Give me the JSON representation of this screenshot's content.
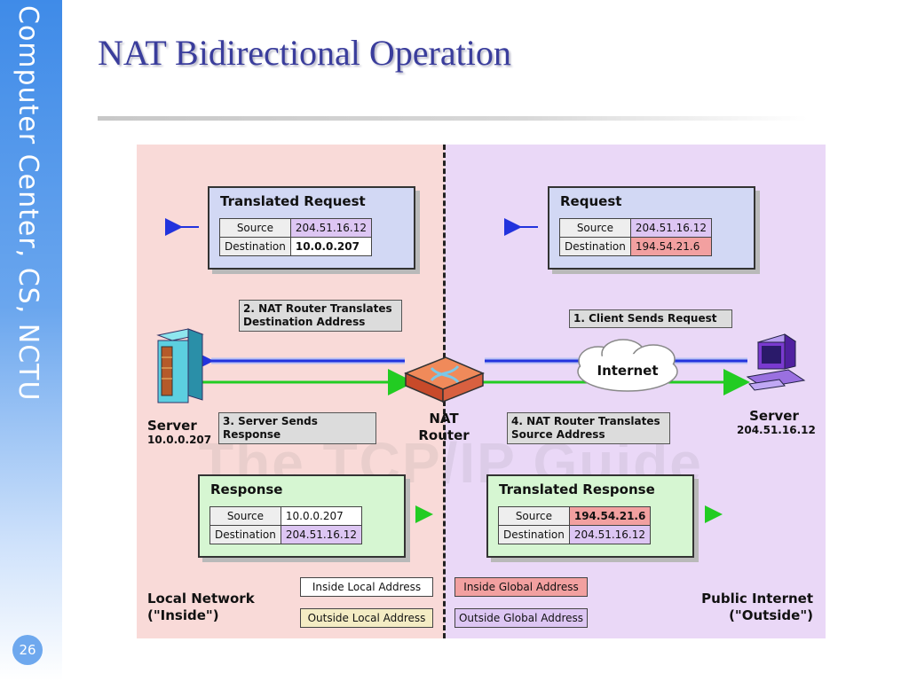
{
  "slide": {
    "sidebar_text": "Computer Center, CS, NCTU",
    "page_number": "26",
    "title": "NAT Bidirectional Operation"
  },
  "diagram": {
    "watermark": "The TCP/IP Guide",
    "translated_request": {
      "title": "Translated Request",
      "source_label": "Source",
      "source_value": "204.51.16.12",
      "destination_label": "Destination",
      "destination_value": "10.0.0.207"
    },
    "request": {
      "title": "Request",
      "source_label": "Source",
      "source_value": "204.51.16.12",
      "destination_label": "Destination",
      "destination_value": "194.54.21.6"
    },
    "response": {
      "title": "Response",
      "source_label": "Source",
      "source_value": "10.0.0.207",
      "destination_label": "Destination",
      "destination_value": "204.51.16.12"
    },
    "translated_response": {
      "title": "Translated Response",
      "source_label": "Source",
      "source_value": "194.54.21.6",
      "destination_label": "Destination",
      "destination_value": "204.51.16.12"
    },
    "steps": {
      "step1": "1. Client Sends Request",
      "step2_line1": "2. NAT Router Translates",
      "step2_line2": "Destination Address",
      "step3": "3. Server Sends Response",
      "step4_line1": "4. NAT Router Translates",
      "step4_line2": "Source  Address"
    },
    "nodes": {
      "internet": "Internet",
      "nat_router_line1": "NAT",
      "nat_router_line2": "Router",
      "left_server_name": "Server",
      "left_server_ip": "10.0.0.207",
      "right_server_name": "Server",
      "right_server_ip": "204.51.16.12"
    },
    "regions": {
      "inside_line1": "Local Network",
      "inside_line2": "(\"Inside\")",
      "outside_line1": "Public Internet",
      "outside_line2": "(\"Outside\")"
    },
    "legend": {
      "inside_local": "Inside Local Address",
      "outside_local": "Outside Local Address",
      "inside_global": "Inside Global Address",
      "outside_global": "Outside Global Address"
    },
    "colors": {
      "inside_bg": "#f9dad8",
      "outside_bg": "#ead8f7",
      "request_arrow": "#2233dd",
      "response_arrow": "#22cc22",
      "inside_global_highlight": "#f2a0a0",
      "outside_global_highlight": "#ddc6f3"
    }
  }
}
